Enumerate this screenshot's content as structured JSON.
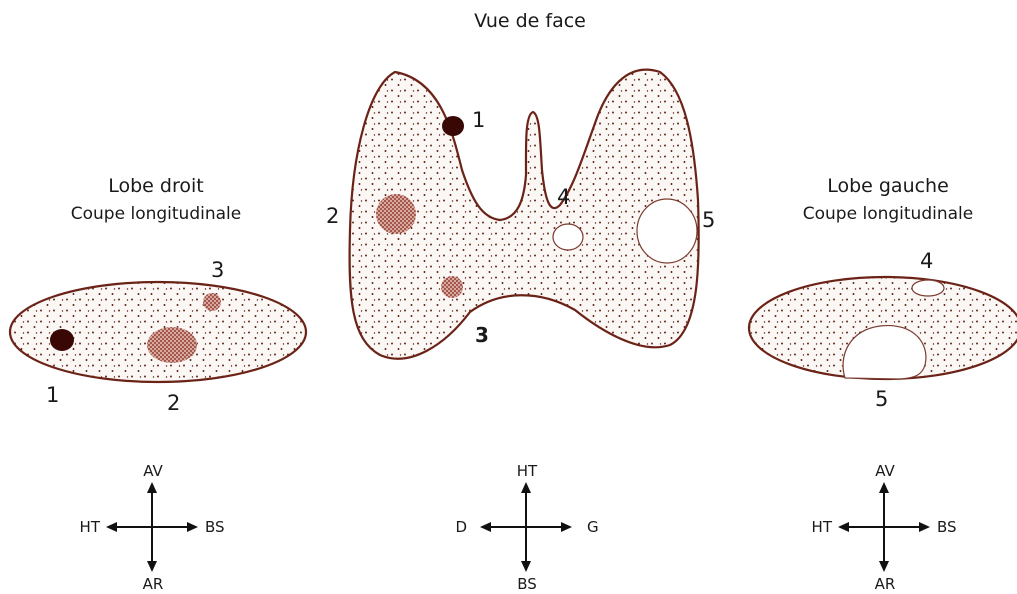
{
  "center": {
    "title": "Vue de face",
    "labels": {
      "n1": "1",
      "n2": "2",
      "n3": "3",
      "n4": "4",
      "n5": "5"
    }
  },
  "right_lobe": {
    "title": "Lobe droit",
    "subtitle": "Coupe longitudinale",
    "labels": {
      "n1": "1",
      "n2": "2",
      "n3": "3"
    }
  },
  "left_lobe": {
    "title": "Lobe gauche",
    "subtitle": "Coupe longitudinale",
    "labels": {
      "n4": "4",
      "n5": "5"
    }
  },
  "compass_right_lobe": {
    "up": "AV",
    "down": "AR",
    "left": "HT",
    "right": "BS"
  },
  "compass_center": {
    "up": "HT",
    "down": "BS",
    "left": "D",
    "right": "G"
  },
  "compass_left_lobe": {
    "up": "AV",
    "down": "AR",
    "left": "HT",
    "right": "BS"
  },
  "colors": {
    "outline": "#6b2318",
    "stipple_dot": "#5a1a10",
    "dark_nodule": "#3a0804",
    "hot_nodule": "#8a2a1e"
  }
}
